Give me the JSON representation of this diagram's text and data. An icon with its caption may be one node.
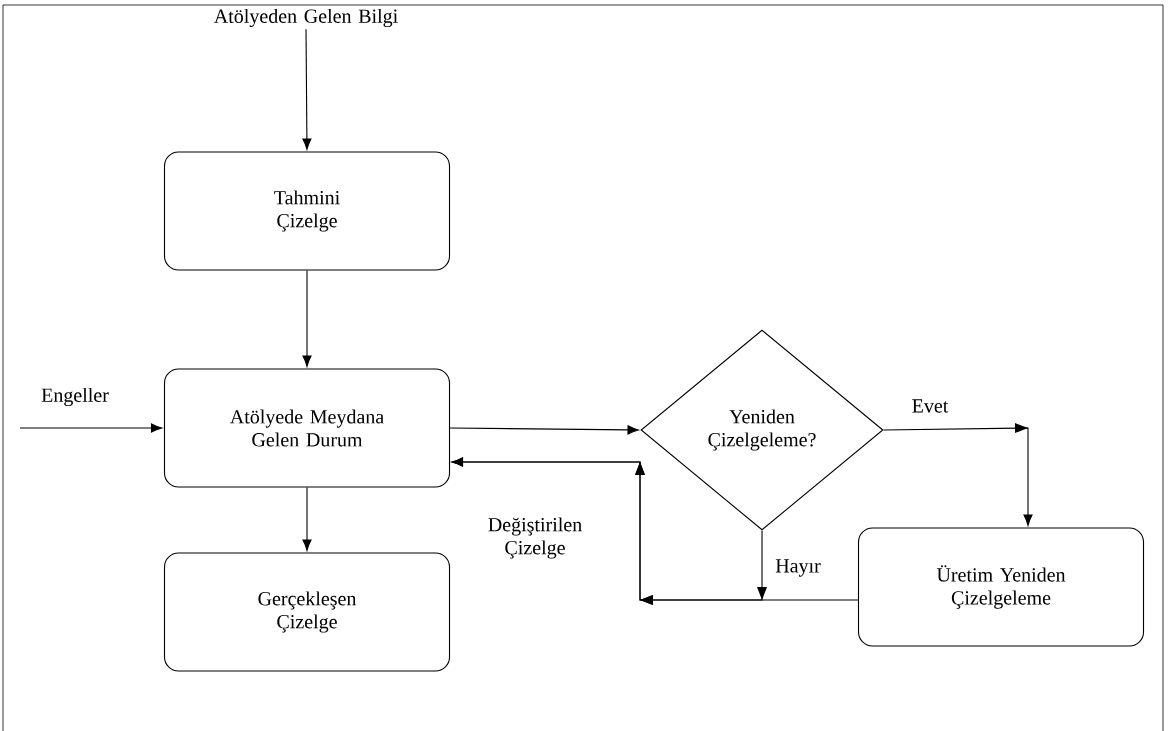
{
  "diagram": {
    "nodes": [
      {
        "text": [
          "Atölyeden Gelen Bilgi"
        ]
      },
      {
        "text": [
          "Tahmini Çizelge"
        ]
      },
      {
        "text": [
          "Atölyede Meydana Gelen Durum"
        ]
      },
      {
        "text": [
          "Gerçekleşen Çizelge"
        ]
      },
      {
        "text": [
          "Yeniden Çizelgeleme?"
        ]
      },
      {
        "text": [
          "Üretim Yeniden Çizelgeleme"
        ]
      }
    ],
    "edges": [
      {
        "from": 0,
        "to": 1,
        "arrow": "to"
      },
      {
        "from": 1,
        "to": 2,
        "arrow": "to"
      },
      {
        "from": null,
        "to": 2,
        "arrow": "to",
        "label": "Engeller"
      },
      {
        "from": 2,
        "to": 3,
        "arrow": "to"
      },
      {
        "from": 2,
        "to": 4,
        "arrow": "to"
      },
      {
        "from": 4,
        "to": 5,
        "arrow": "to",
        "label": "Evet"
      },
      {
        "from": 4,
        "to": 2,
        "arrow": "to",
        "label": "Hayır"
      },
      {
        "from": 5,
        "to": 2,
        "arrow": "to",
        "label": "Değiştirilen Çizelge"
      }
    ]
  }
}
